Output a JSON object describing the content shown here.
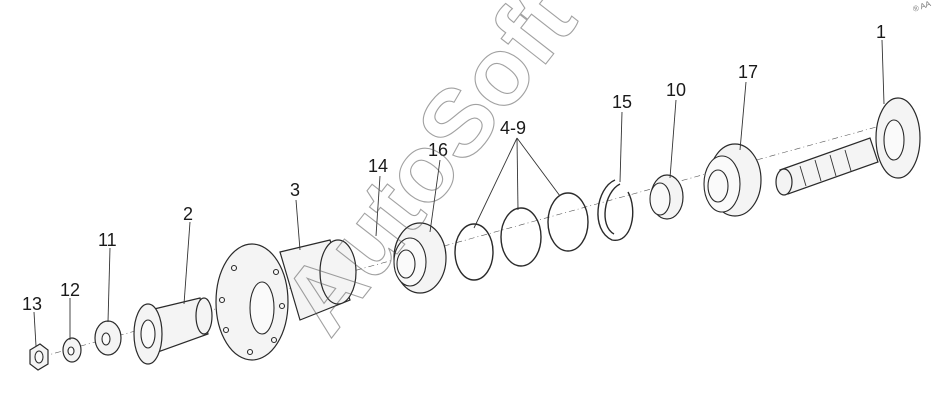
{
  "diagram": {
    "callouts": [
      "1",
      "17",
      "10",
      "15",
      "4-9",
      "16",
      "14",
      "3",
      "2",
      "11",
      "12",
      "13"
    ],
    "watermark": "AutoSoft",
    "corner_mark": "® AA"
  }
}
